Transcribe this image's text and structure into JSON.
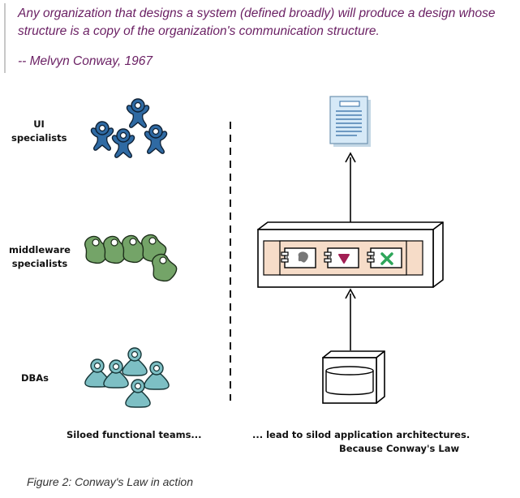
{
  "quote": {
    "text": "Any organization that designs a system (defined broadly) will produce a design whose structure is a copy of the organization's communication structure.",
    "author": "-- Melvyn Conway, 1967"
  },
  "teams": [
    {
      "label": "UI specialists",
      "color": "#2f6aa3",
      "icon": "person-star-icon"
    },
    {
      "label": "middleware specialists",
      "color": "#74a468",
      "icon": "person-pin-icon"
    },
    {
      "label": "DBAs",
      "color": "#7dbfc4",
      "icon": "person-pawn-icon"
    }
  ],
  "captions": {
    "left": "Siloed functional teams...",
    "right_line1": "... lead to silod application architectures.",
    "right_line2": "Because Conway's Law"
  },
  "figure_caption": "Figure 2: Conway's Law in action",
  "colors": {
    "quote": "#6a1f63",
    "component_fill": "#f6dcc8",
    "document_fill": "#d6e9f7",
    "document_lines": "#2f6aa3"
  }
}
